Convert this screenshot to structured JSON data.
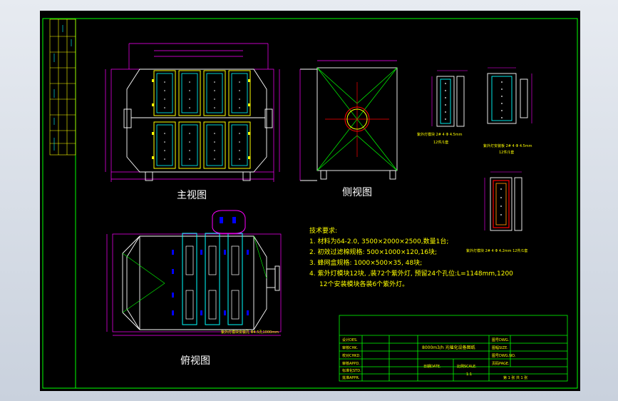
{
  "views": {
    "main": "主视图",
    "side": "侧视图",
    "top": "俯视图"
  },
  "tech": {
    "title": "技术要求:",
    "items": [
      "1. 材料为δ4-2.0, 3500×2000×2500,数量1台;",
      "2. 初效过滤棉规格: 500×1000×120,16块;",
      "3. 蜂网盒规格:  1000×500×35, 48块;",
      "4. 紫外灯模块12块, ,装72个紫外灯, 预留24个孔位:L=1148mm,1200",
      "12个安装模块各装6个紫外灯。"
    ]
  },
  "title_block": {
    "drawing_name": "8000m3/h 光催化设备图纸",
    "scale_value": "1:1",
    "left_labels": [
      "设计DES.",
      "审核CHK.",
      "校对CHKD.",
      "审核APPD.",
      "标准化STD.",
      "批准APPR."
    ],
    "date_label": "日期DATE.",
    "scale_label": "比例SCALE.",
    "right_labels": [
      "图号DWG.",
      "图幅SIZE.",
      "图号DWG.NO.",
      "页码PAGE."
    ],
    "sheet_text": "第  1  张    共  1  张"
  },
  "detail_captions": [
    "紫外灯模块 2# 4 Φ 4.5mm",
    "12件/1套",
    "紫外灯安装板 2# 4 Φ 4.5mm",
    "12件/1套",
    "紫外灯模块 2# 4 Φ 4.2mm  12件/1套"
  ],
  "top_note": "紫外灯模块安装孔 Φ4.5孔1000mm",
  "colors": {
    "frame": "#00ff00",
    "sheet": "#000000",
    "outline": "#ffffff",
    "dim": "#ff00ff",
    "text": "#ffff00",
    "center": "#ff0000",
    "cyan": "#00ffff",
    "blue": "#0000ff"
  }
}
